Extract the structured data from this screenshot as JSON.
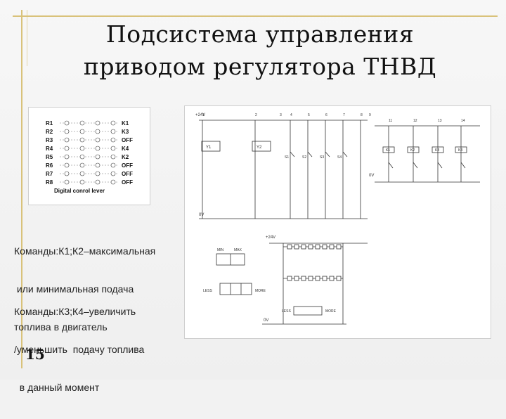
{
  "slide": {
    "title_line1": "Подсистема управления",
    "title_line2": "приводом регулятора ТНВД",
    "page_number": "15"
  },
  "lever_diagram": {
    "rows": [
      {
        "label": "R1",
        "command": "K1"
      },
      {
        "label": "R2",
        "command": "K3"
      },
      {
        "label": "R3",
        "command": "OFF"
      },
      {
        "label": "R4",
        "command": "K4"
      },
      {
        "label": "R5",
        "command": "K2"
      },
      {
        "label": "R6",
        "command": "OFF"
      },
      {
        "label": "R7",
        "command": "OFF"
      },
      {
        "label": "R8",
        "command": "OFF"
      }
    ],
    "caption": "Digital conrol lever"
  },
  "commands": {
    "block1": [
      "Команды:К1;К2–максимальная",
      " или минимальная подача",
      "топлива в двигатель"
    ],
    "block2": [
      "Команды:К3;К4–увеличить",
      "/уменьшить  подачу топлива",
      "  в данный момент"
    ]
  },
  "schematic": {
    "supply_top": "+24V",
    "column_numbers": [
      "1",
      "2",
      "3",
      "4",
      "5",
      "6",
      "7",
      "8",
      "9"
    ],
    "column_numbers_right": [
      "11",
      "12",
      "13",
      "14"
    ],
    "relays_top": [
      "K1",
      "K2",
      "K3",
      "K4"
    ],
    "contacts": [
      "S1",
      "S2",
      "S3",
      "S4"
    ],
    "coil_labels": [
      "Y1",
      "Y2"
    ],
    "ground_top": "0V",
    "ground_right": "0V",
    "supply_mid": "+24V",
    "valve_labels": [
      "MIN",
      "MAX"
    ],
    "valve2_labels": [
      "LESS",
      "MORE"
    ],
    "valve3_labels": [
      "LESS",
      "MORE"
    ],
    "ground_bottom": "0V"
  },
  "colors": {
    "frame": "#d9c27a",
    "line": "#333333"
  }
}
